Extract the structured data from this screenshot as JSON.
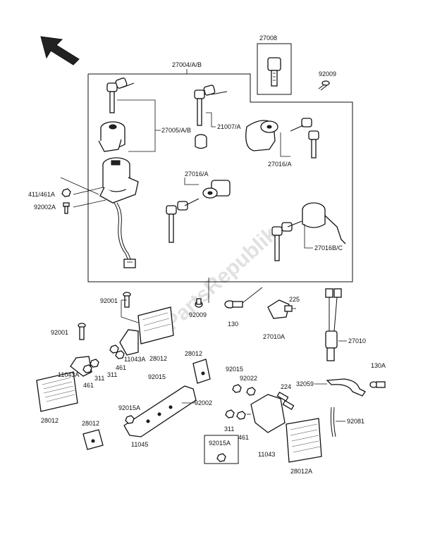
{
  "watermark": "PartsRepublik",
  "labels": {
    "l27008": "27008",
    "l27004": "27004/A/B",
    "l92009a": "92009",
    "l27005": "27005/A/B",
    "l21007": "21007/A",
    "l27016a": "27016/A",
    "l411": "411/461A",
    "l92002a": "92002A",
    "l27016ab": "27016/A",
    "l27016bc": "27016B/C",
    "l92001a": "92001",
    "l92009b": "92009",
    "l130": "130",
    "l225": "225",
    "l27010a": "27010A",
    "l27010": "27010",
    "l92001b": "92001",
    "l28012a": "28012",
    "l11043a1": "11043A",
    "l461a": "461",
    "l311a": "311",
    "l28012b": "28012",
    "l11043a2": "11043A",
    "l461b": "461",
    "l311b": "311",
    "l28012c": "28012",
    "l92015": "92015",
    "l92015b": "92015",
    "l92022": "92022",
    "l224": "224",
    "l32059": "32059",
    "l130a": "130A",
    "l92015a": "92015A",
    "l92002": "92002",
    "l92081": "92081",
    "l311c": "311",
    "l461c": "461",
    "l28012d": "28012",
    "l11045": "11045",
    "l11043": "11043",
    "l92015ab": "92015A",
    "l28012ab": "28012A"
  }
}
